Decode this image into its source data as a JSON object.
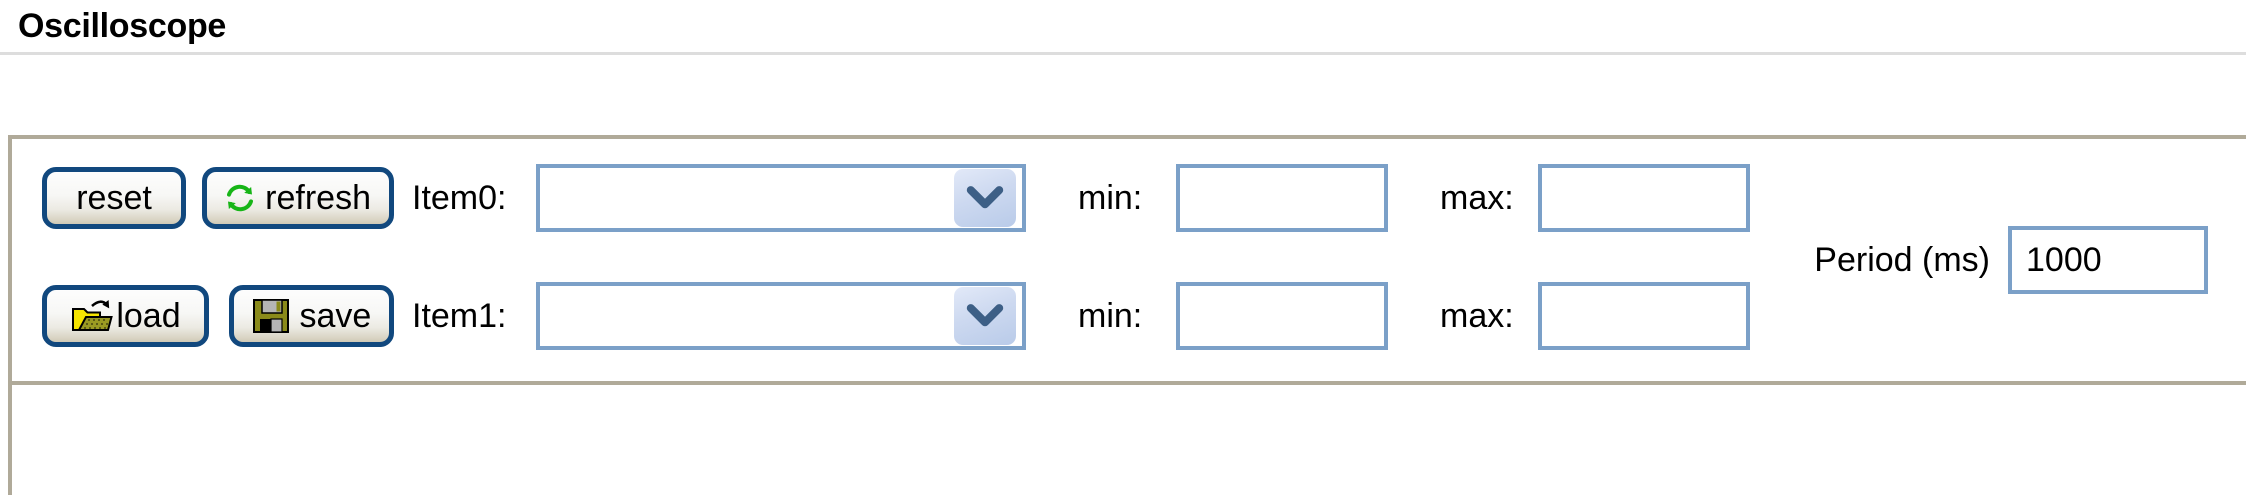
{
  "header": {
    "title": "Oscilloscope"
  },
  "toolbar": {
    "reset_label": "reset",
    "refresh_label": "refresh",
    "load_label": "load",
    "save_label": "save",
    "reset_icon": "none",
    "refresh_icon": "refresh-circular-arrows-icon",
    "load_icon": "open-folder-icon",
    "save_icon": "floppy-disk-icon"
  },
  "form": {
    "rows": [
      {
        "item_label": "Item0:",
        "item_value": "",
        "item_placeholder": "",
        "dropdown_icon": "chevron-down-icon",
        "min_label": "min:",
        "min_value": "",
        "max_label": "max:",
        "max_value": ""
      },
      {
        "item_label": "Item1:",
        "item_value": "",
        "item_placeholder": "",
        "dropdown_icon": "chevron-down-icon",
        "min_label": "min:",
        "min_value": "",
        "max_label": "max:",
        "max_value": ""
      }
    ],
    "period_label": "Period (ms)",
    "period_value": "1000"
  },
  "colors": {
    "button_border": "#11487e",
    "field_border": "#7ba0c8",
    "panel_border": "#b0aa99",
    "refresh_green": "#17b517",
    "folder_yellow": "#f5e400",
    "floppy_olive": "#8a8a1a",
    "title_rule": "#dddddd"
  }
}
